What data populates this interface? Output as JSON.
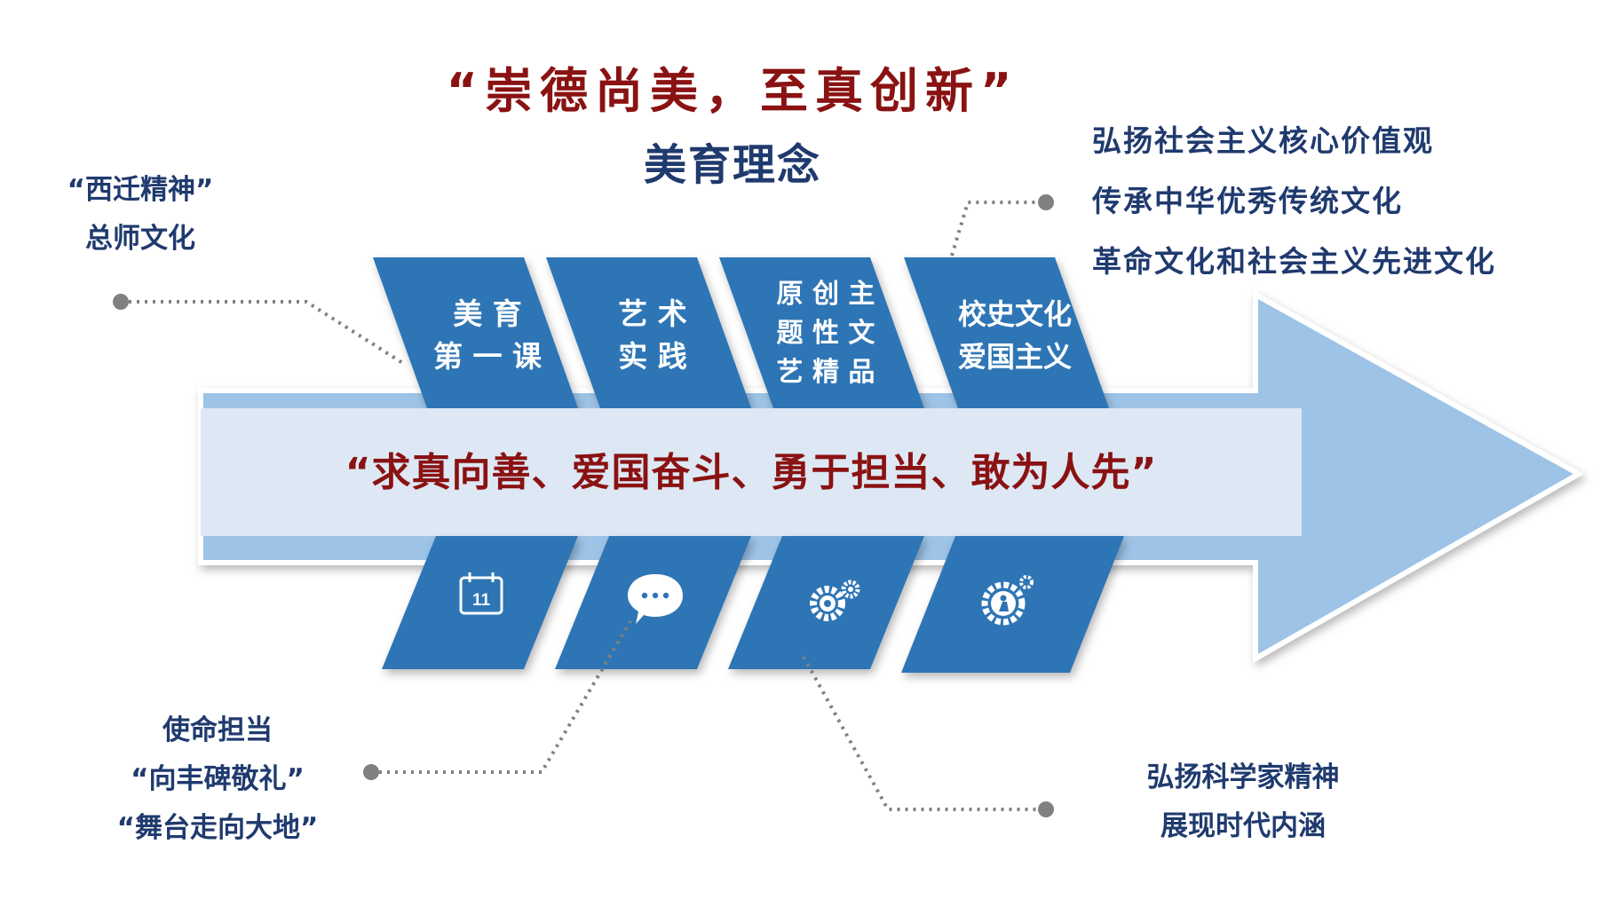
{
  "title": {
    "main": "“崇德尚美，至真创新”",
    "sub": "美育理念"
  },
  "motto": "“求真向善、爱国奋斗、勇于担当、敢为人先”",
  "top_boxes": [
    {
      "lines": [
        "美 育",
        "第 一 课"
      ]
    },
    {
      "lines": [
        "艺 术",
        "实 践"
      ]
    },
    {
      "lines": [
        "原 创 主",
        "题 性 文",
        "艺 精 品"
      ]
    },
    {
      "lines": [
        "校史文化",
        "爱国主义"
      ]
    }
  ],
  "bottom_boxes": [
    {
      "icon": "calendar-icon",
      "icon_text": "11"
    },
    {
      "icon": "chat-bubble-icon"
    },
    {
      "icon": "gears-icon"
    },
    {
      "icon": "person-gear-icon"
    }
  ],
  "notes": {
    "top_left": [
      "“西迁精神”",
      "总师文化"
    ],
    "top_right": [
      "弘扬社会主义核心价值观",
      "传承中华优秀传统文化",
      "革命文化和社会主义先进文化"
    ],
    "bottom_left": [
      "使命担当",
      "“向丰碑敬礼”",
      "“舞台走向大地”"
    ],
    "bottom_right": [
      "弘扬科学家精神",
      "展现时代内涵"
    ]
  },
  "colors": {
    "accent_red": "#8a1212",
    "navy": "#1f3a6e",
    "box_blue": "#2e74b5",
    "arrow_light": "#9dc3e6",
    "band": "#dde8f4"
  }
}
